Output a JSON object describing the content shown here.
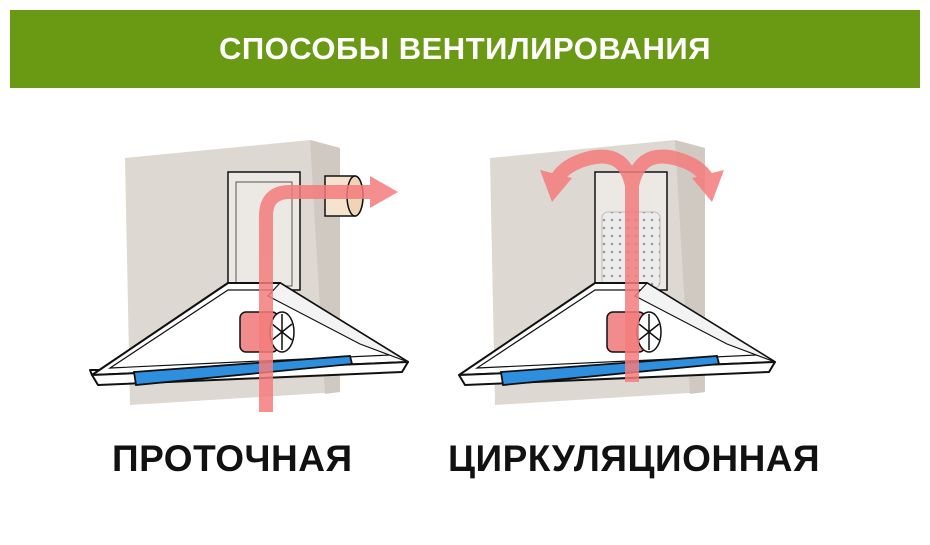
{
  "banner": {
    "title": "СПОСОБЫ ВЕНТИЛИРОВАНИЯ",
    "color": "#6a9a14"
  },
  "methods": [
    {
      "label": "ПРОТОЧНАЯ",
      "airflow": "exhaust-through-duct"
    },
    {
      "label": "ЦИРКУЛЯЦИОННАЯ",
      "airflow": "recirculation-through-filter"
    }
  ],
  "colors": {
    "wall": "#ddd8d2",
    "wall_edge": "#c9c3bc",
    "hood_fill": "#ffffff",
    "hood_stroke": "#111111",
    "light_strip": "#2e8fde",
    "fan": "#f28c8c",
    "air_arrow": "#f47c7c",
    "filter": "#ececec",
    "filter_dots": "#9a9a9a"
  },
  "icons": {
    "fan": "fan-icon",
    "arrow": "airflow-arrow"
  }
}
